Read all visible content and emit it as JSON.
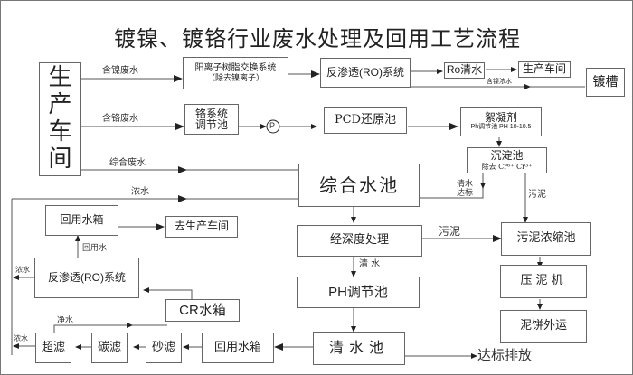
{
  "title": "镀镍、镀铬行业废水处理及回用工艺流程",
  "nodes": {
    "workshop": [
      "生",
      "产",
      "车",
      "间"
    ],
    "cation_resin": {
      "line1": "阳离子树脂交换系统",
      "line2": "（除去镍离子）"
    },
    "ro_system_top": "反渗透(RO)系统",
    "ro_clean_water": "Ro清水",
    "production_workshop_top": "生产车间",
    "plating_tank": "镀槽",
    "chrome_tank": {
      "line1": "铬系统",
      "line2": "调节池"
    },
    "pump": "P",
    "pcd_pool": "PCD还原池",
    "flocculant": {
      "line1": "絮凝剂",
      "line2": "Ph调节池   PH 10-10.5"
    },
    "sedimentation": {
      "line1": "沉淀池",
      "line2": "除去 Cr⁶⁺   Cr³⁺"
    },
    "mixed_pool": "综合水池",
    "deep_treatment": "经深度处理",
    "sludge_thickener": "污泥浓缩池",
    "filter_press": "压泥机",
    "cake_transport": "泥饼外运",
    "ph_pool": "PH调节池",
    "clear_pool": "清水池",
    "reuse_tank_top": "回用水箱",
    "to_workshop": "去生产车间",
    "ro_system_bottom": "反渗透(RO)系统",
    "cr_tank": "CR水箱",
    "ultrafiltration": "超滤",
    "carbon_filter": "碳滤",
    "sand_filter": "砂滤",
    "reuse_tank_bottom": "回用水箱",
    "discharge": "达标排放"
  },
  "labels": {
    "nickel_wastewater": "含镍废水",
    "chrome_wastewater": "含铬废水",
    "mixed_wastewater": "综合废水",
    "concentrate_top": "浓水",
    "nickel_concentrate": "含镍浓水",
    "clean_standard_1": "清水",
    "clean_standard_2": "达标",
    "sludge_right": "污泥",
    "sludge_mid": "污泥",
    "clean_water_mid": "清 水",
    "reuse_water": "回用水",
    "concentrate_ro": "浓水",
    "concentrate_uf": "浓水",
    "pure_water": "净水"
  }
}
